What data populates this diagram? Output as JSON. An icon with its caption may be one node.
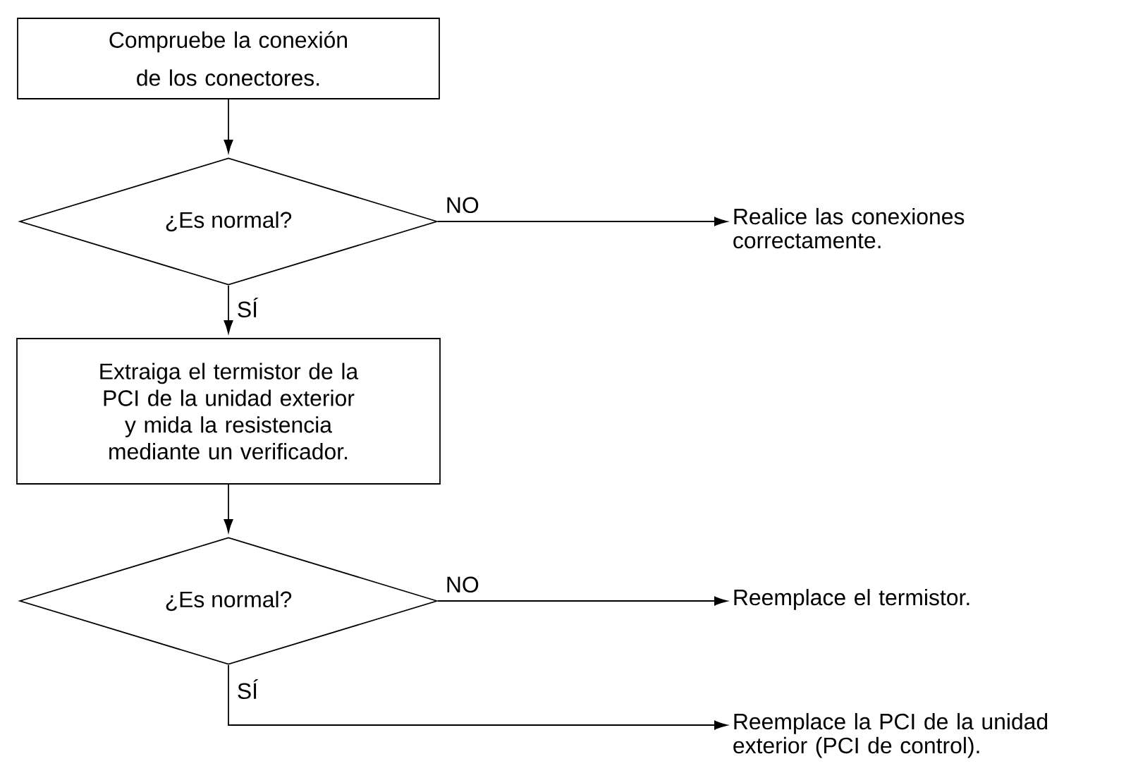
{
  "diagram": {
    "nodes": [
      {
        "text": [
          "Compruebe la conexión de los conectores."
        ]
      },
      {
        "text": [
          "¿Es normal?"
        ]
      },
      {
        "text": [
          "Realice las conexiones correctamente."
        ]
      },
      {
        "text": [
          "Extraiga el termistor de la PCI de la unidad exterior y mida la resistencia mediante un verificador."
        ]
      },
      {
        "text": [
          "¿Es normal?"
        ]
      },
      {
        "text": [
          "Reemplace el termistor."
        ]
      },
      {
        "text": [
          "Reemplace la PCI de la unidad exterior (PCI de control)."
        ]
      }
    ],
    "edges": [
      {
        "from": 0,
        "to": 1,
        "arrow": "to"
      },
      {
        "from": 1,
        "to": 2,
        "arrow": "to",
        "label": "NO"
      },
      {
        "from": 1,
        "to": 3,
        "arrow": "to",
        "label": "SÍ"
      },
      {
        "from": 3,
        "to": 4,
        "arrow": "to"
      },
      {
        "from": 4,
        "to": 5,
        "arrow": "to",
        "label": "NO"
      },
      {
        "from": 4,
        "to": 6,
        "arrow": "to",
        "label": "SÍ"
      }
    ]
  }
}
